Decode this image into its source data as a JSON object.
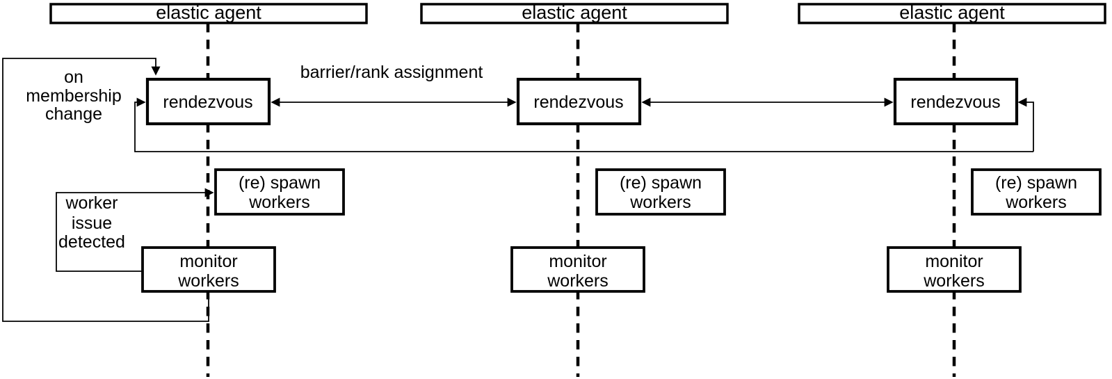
{
  "diagram": {
    "type": "elastic-agent-lifeline-diagram",
    "colors": {
      "background": "#ffffff",
      "line": "#000000",
      "text": "#000000"
    },
    "columns": [
      {
        "agent_label": "elastic agent",
        "rendezvous_label": "rendezvous",
        "spawn_lines": [
          "(re) spawn",
          "workers"
        ],
        "monitor_lines": [
          "monitor",
          "workers"
        ]
      },
      {
        "agent_label": "elastic agent",
        "rendezvous_label": "rendezvous",
        "spawn_lines": [
          "(re) spawn",
          "workers"
        ],
        "monitor_lines": [
          "monitor",
          "workers"
        ]
      },
      {
        "agent_label": "elastic agent",
        "rendezvous_label": "rendezvous",
        "spawn_lines": [
          "(re) spawn",
          "workers"
        ],
        "monitor_lines": [
          "monitor",
          "workers"
        ]
      }
    ],
    "annotations": {
      "on_membership_change_lines": [
        "on",
        "membership",
        "change"
      ],
      "barrier_rank_label": "barrier/rank assignment",
      "worker_issue_lines": [
        "worker",
        "issue",
        "detected"
      ]
    }
  }
}
